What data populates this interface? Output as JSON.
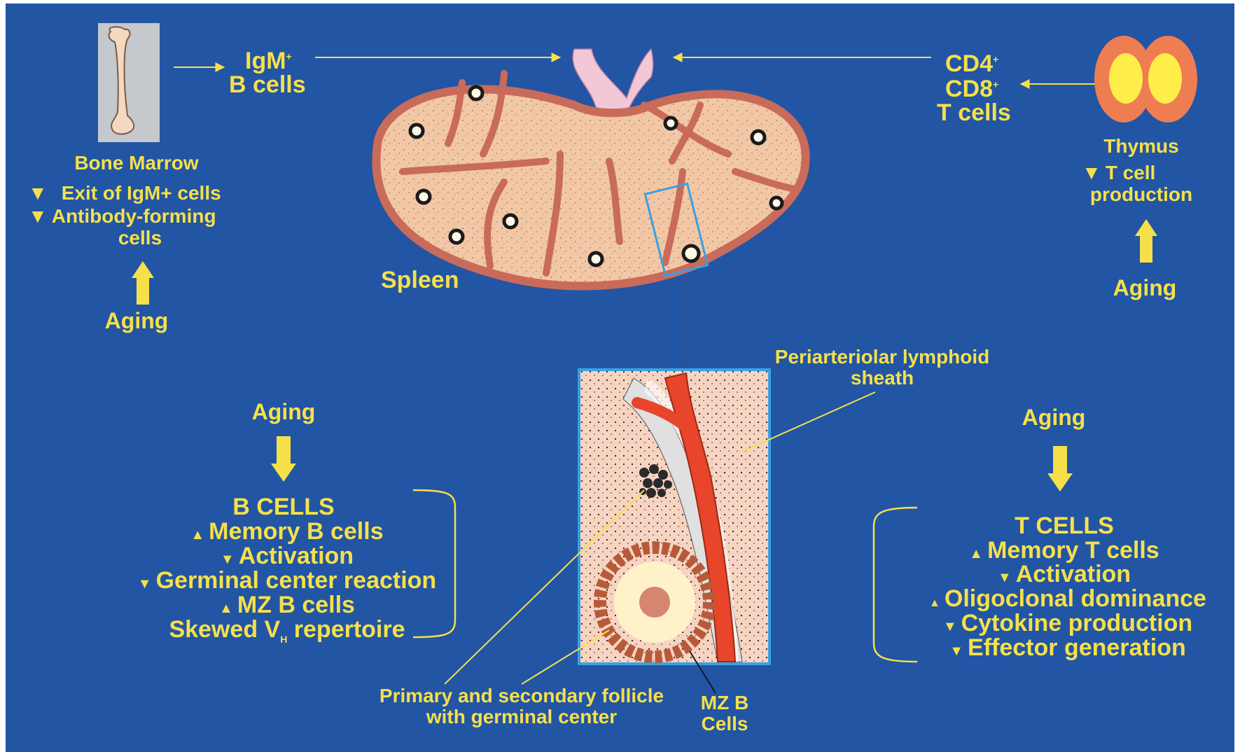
{
  "sources": {
    "bone_marrow": {
      "cells_line1": "IgM",
      "cells_sup": "+",
      "cells_line2": "B cells",
      "label": "Bone Marrow",
      "effect1": "Exit of IgM+ cells",
      "effect2_line1": "Antibody-forming",
      "effect2_line2": "cells",
      "aging": "Aging"
    },
    "thymus": {
      "cd4": "CD4",
      "cd4_sup": "+",
      "cd8": "CD8",
      "cd8_sup": "+",
      "tcells": "T cells",
      "label": "Thymus",
      "effect_line1": "T cell",
      "effect_line2": "production",
      "aging": "Aging"
    }
  },
  "spleen": {
    "label": "Spleen"
  },
  "detail": {
    "pals_line1": "Periarteriolar lymphoid",
    "pals_line2": "sheath",
    "follicle_line1": "Primary and secondary follicle",
    "follicle_line2": "with germinal center",
    "mz_line1": "MZ B",
    "mz_line2": "Cells"
  },
  "b_cells_panel": {
    "aging": "Aging",
    "title": "B CELLS",
    "items": [
      {
        "dir": "up",
        "text": "Memory B cells"
      },
      {
        "dir": "down",
        "text": "Activation"
      },
      {
        "dir": "down",
        "text": "Germinal center reaction"
      },
      {
        "dir": "up",
        "text": "MZ B cells"
      },
      {
        "dir": "none",
        "text": "Skewed V"
      }
    ],
    "vh_sub": "H",
    "vh_tail": " repertoire"
  },
  "t_cells_panel": {
    "aging": "Aging",
    "title": "T CELLS",
    "items": [
      {
        "dir": "up",
        "text": "Memory T cells"
      },
      {
        "dir": "down",
        "text": "Activation"
      },
      {
        "dir": "up",
        "text": "Oligoclonal dominance"
      },
      {
        "dir": "down",
        "text": "Cytokine production"
      },
      {
        "dir": "down",
        "text": "Effector generation"
      }
    ]
  },
  "colors": {
    "background": "#2255a4",
    "text": "#f5e04a",
    "spleen_tissue": "#f2c7a6",
    "spleen_border": "#c96b5a",
    "artery": "#e8452a",
    "thymus_outer": "#ef7d52",
    "thymus_inner": "#ffee4a",
    "detail_box": "#3aa0e0"
  }
}
